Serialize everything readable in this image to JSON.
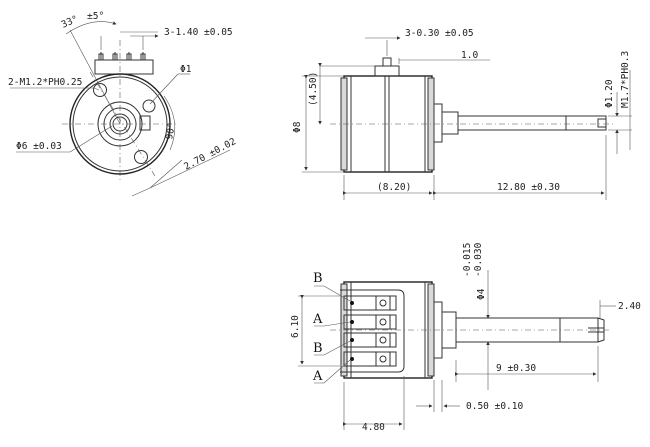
{
  "front_view": {
    "angle_label": "33°",
    "angle_tolerance": "±5°",
    "pitch_label": "3-1.40 ±0.05",
    "thread_label": "2-M1.2*PH0.25",
    "hole_label": "Φ1",
    "shaft_label": "Φ6 ±0.03",
    "right_angle_label": "90°",
    "offset_label": "2.70 ±0.02"
  },
  "side_view": {
    "body_dia_label": "Φ8",
    "half_height_label": "(4.50)",
    "body_length_label": "(8.20)",
    "shaft_length_label": "12.80 ±0.30",
    "top_offset_label": "1.0",
    "pin_label": "3-0.30 ±0.05",
    "shaft_dia_label": "Φ1.20",
    "thread_label": "M1.7*PH0.3"
  },
  "bottom_view": {
    "wires": [
      "B",
      "A",
      "B",
      "A"
    ],
    "pin_span_label": "6.10",
    "shaft_dia_label": "Φ4",
    "shaft_tol_upper": "-0.015",
    "shaft_tol_lower": "-0.030",
    "flat_label": "2.40",
    "shaft_length_label": "9 ±0.30",
    "block_width_label": "4.80",
    "flange_label": "0.50 ±0.10"
  }
}
